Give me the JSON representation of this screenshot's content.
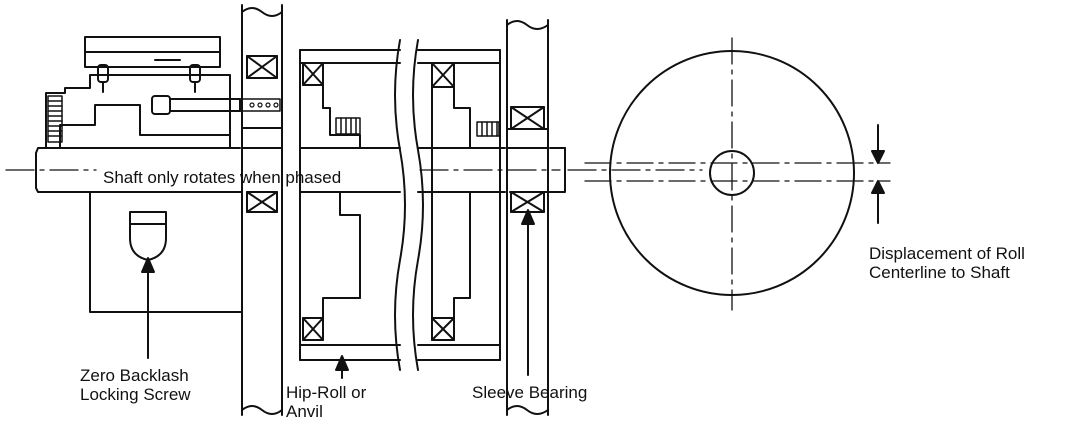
{
  "labels": {
    "shaft": "Shaft only rotates when phased",
    "zero_backlash_line1": "Zero Backlash",
    "zero_backlash_line2": "Locking Screw",
    "hip_roll_line1": "Hip-Roll or",
    "hip_roll_line2": "Anvil",
    "sleeve_bearing": "Sleeve Bearing",
    "displacement_line1": "Displacement of Roll",
    "displacement_line2": "Centerline to Shaft"
  }
}
